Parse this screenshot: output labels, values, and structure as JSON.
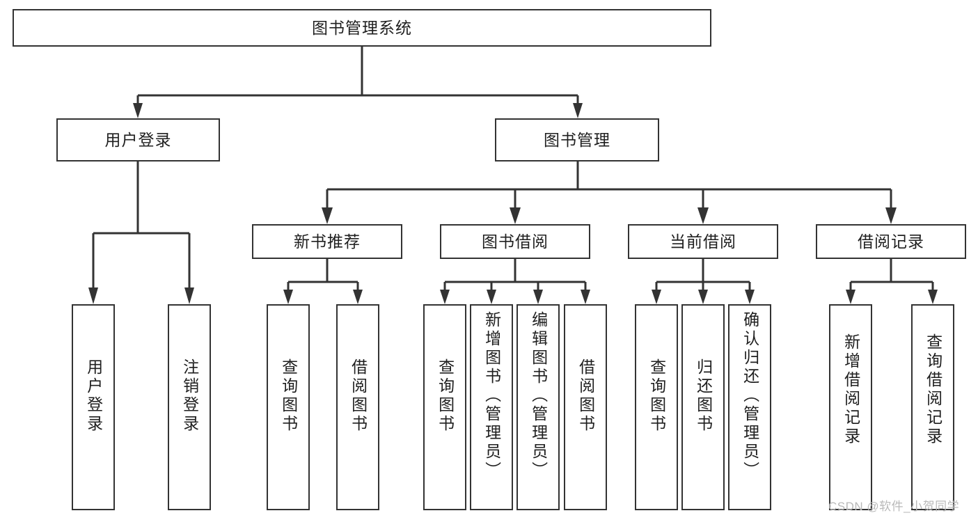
{
  "diagram": {
    "title": "图书管理系统",
    "type": "tree-hierarchy",
    "root": {
      "label": "图书管理系统"
    },
    "level2": [
      {
        "label": "用户登录"
      },
      {
        "label": "图书管理"
      }
    ],
    "level3": [
      {
        "label": "新书推荐"
      },
      {
        "label": "图书借阅"
      },
      {
        "label": "当前借阅"
      },
      {
        "label": "借阅记录"
      }
    ],
    "leaves": {
      "user_login": [
        {
          "label": "用户登录"
        },
        {
          "label": "注销登录"
        }
      ],
      "new_book_recommend": [
        {
          "label": "查询图书"
        },
        {
          "label": "借阅图书"
        }
      ],
      "book_borrow": [
        {
          "label": "查询图书"
        },
        {
          "label": "新增图书（管理员）"
        },
        {
          "label": "编辑图书（管理员）"
        },
        {
          "label": "借阅图书"
        }
      ],
      "current_borrow": [
        {
          "label": "查询图书"
        },
        {
          "label": "归还图书"
        },
        {
          "label": "确认归还（管理员）"
        }
      ],
      "borrow_record": [
        {
          "label": "新增借阅记录"
        },
        {
          "label": "查询借阅记录"
        }
      ]
    }
  },
  "watermark": {
    "text": "CSDN @软件_小贺同学"
  },
  "colors": {
    "box_border": "#333333",
    "box_fill": "#ffffff",
    "connector": "#333333",
    "text": "#1f1f1f",
    "watermark": "#b9b9b9"
  }
}
